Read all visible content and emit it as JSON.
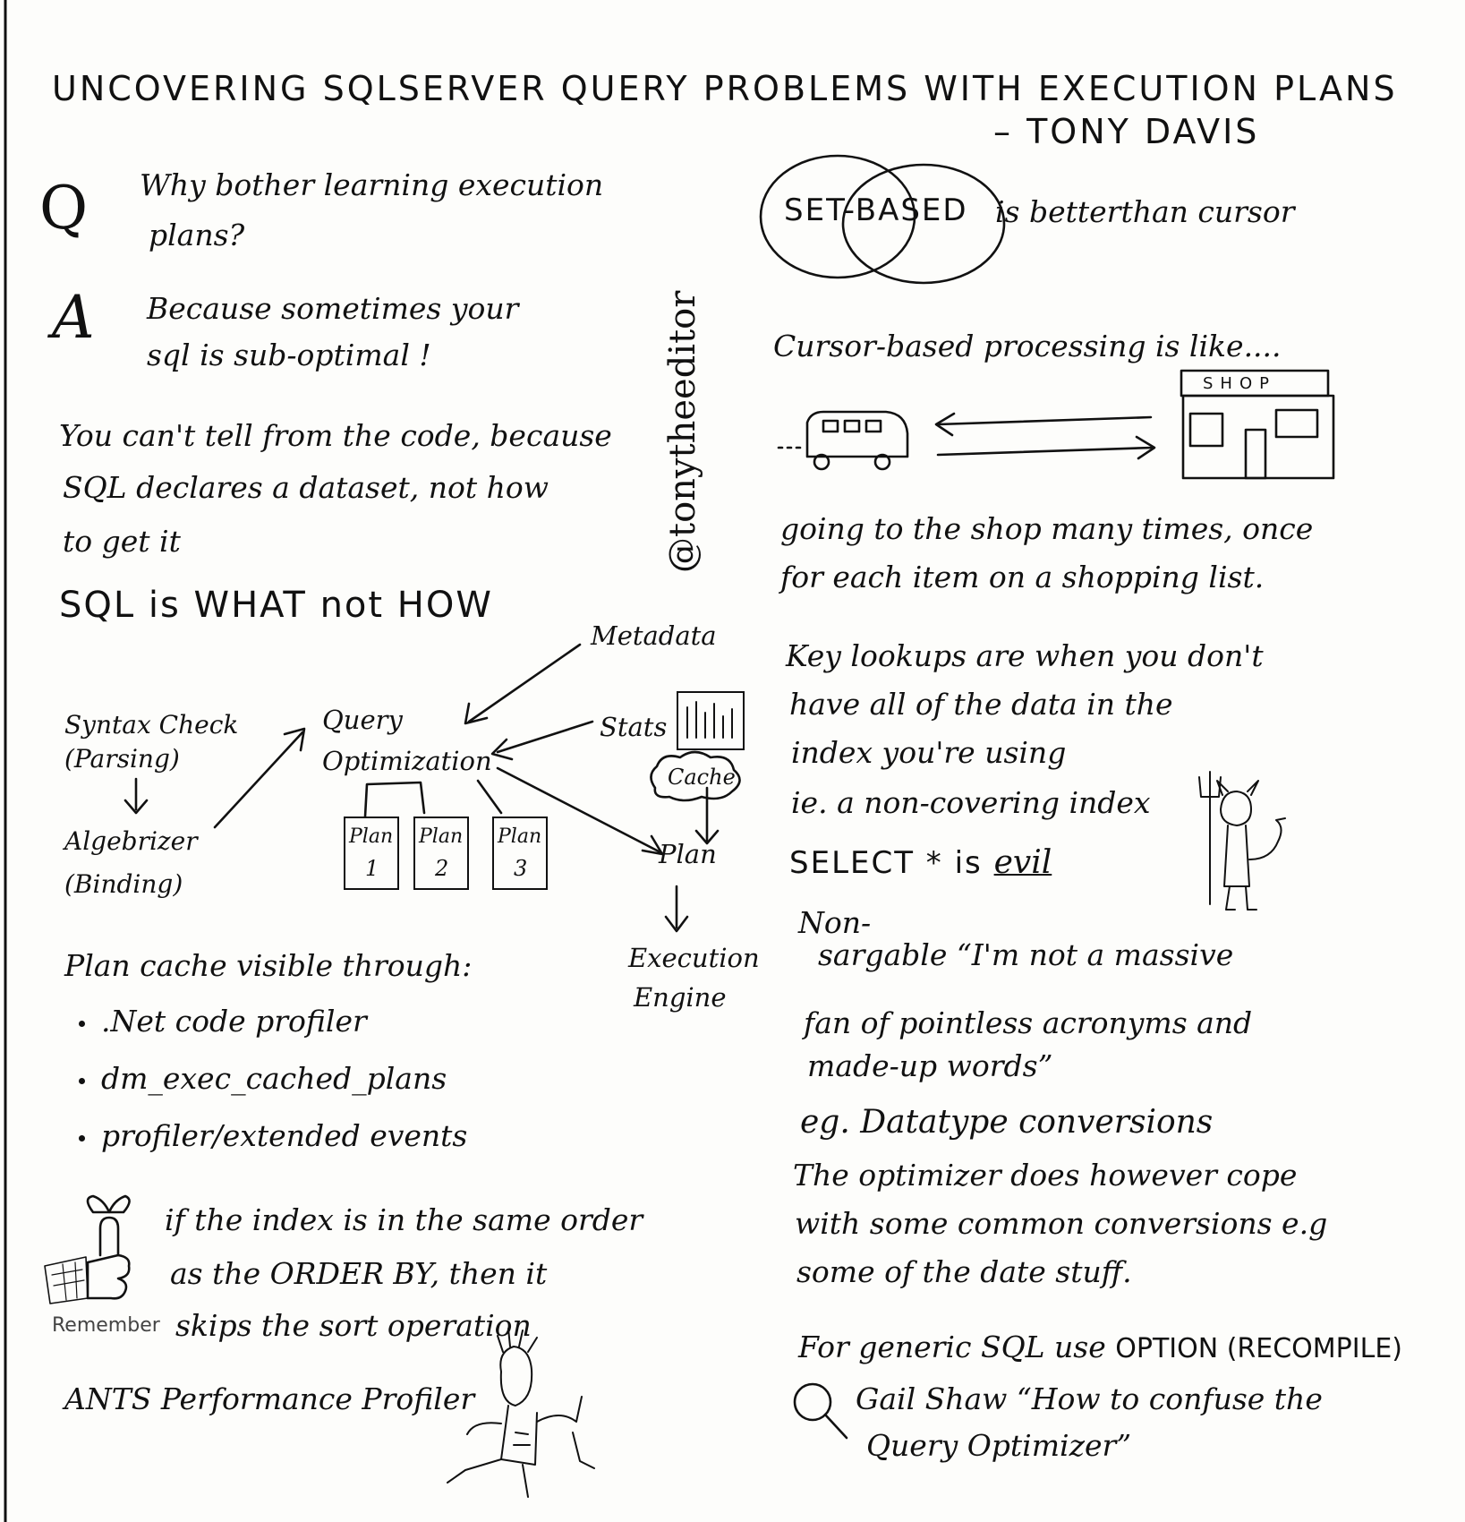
{
  "header": {
    "title": "UNCOVERING SQLSERVER QUERY PROBLEMS WITH EXECUTION PLANS",
    "author": "– TONY DAVIS"
  },
  "side_handle": "@tonytheeditor",
  "left": {
    "q_letter": "Q",
    "question_line1": "Why bother learning execution",
    "question_line2": "plans?",
    "a_letter": "A",
    "answer_line1": "Because sometimes your",
    "answer_line2": "sql is sub-optimal !",
    "para_line1": "You can't tell from the code, because",
    "para_line2": "SQL declares a dataset, not how",
    "para_line3": "to get it",
    "sql_what_not_how": "SQL is WHAT not HOW",
    "diagram": {
      "metadata": "Metadata",
      "query_opt_line1": "Query",
      "query_opt_line2": "Optimization",
      "stats": "Stats",
      "cache": "Cache",
      "syntax_line1": "Syntax Check",
      "syntax_line2": "(Parsing)",
      "algebrizer_line1": "Algebrizer",
      "algebrizer_line2": "(Binding)",
      "plans": [
        {
          "label": "Plan",
          "num": "1"
        },
        {
          "label": "Plan",
          "num": "2"
        },
        {
          "label": "Plan",
          "num": "3"
        }
      ],
      "plan": "Plan",
      "execution_line1": "Execution",
      "execution_line2": "Engine"
    },
    "plan_cache_heading": "Plan cache visible through:",
    "plan_cache_items": [
      ".Net code profiler",
      "dm_exec_cached_plans",
      "profiler/extended events"
    ],
    "remember_label": "Remember",
    "remember_line1": "if the index is in the same order",
    "remember_line2": "as the ORDER BY, then it",
    "remember_line3": "skips the sort operation",
    "ants": "ANTS Performance Profiler"
  },
  "right": {
    "set_based": "SET-BASED",
    "better_than_cursor": "is betterthan cursor",
    "cursor_heading": "Cursor-based processing is like....",
    "shop_sign": "SHOP",
    "going_line1": "going to the shop many times, once",
    "going_line2": "for each item on a shopping list.",
    "key_line1": "Key lookups are when you don't",
    "key_line2": "have all of the data in the",
    "key_line3": "index you're using",
    "key_line4": "ie. a non-covering index",
    "select_prefix": "SELECT * is",
    "select_evil": "evil",
    "non": "Non-",
    "sargable_line1": "sargable “I'm not a massive",
    "sargable_line2": "fan of pointless acronyms and",
    "sargable_line3": "made-up words”",
    "eg_datatype": "eg. Datatype conversions",
    "optimizer_line1": "The optimizer does however cope",
    "optimizer_line2": "with some common conversions e.g",
    "optimizer_line3": "some of the date stuff.",
    "generic_prefix": "For generic SQL use",
    "generic_option": "OPTION (RECOMPILE)",
    "gail_line1": "Gail Shaw “How to confuse the",
    "gail_line2": "Query Optimizer”"
  }
}
